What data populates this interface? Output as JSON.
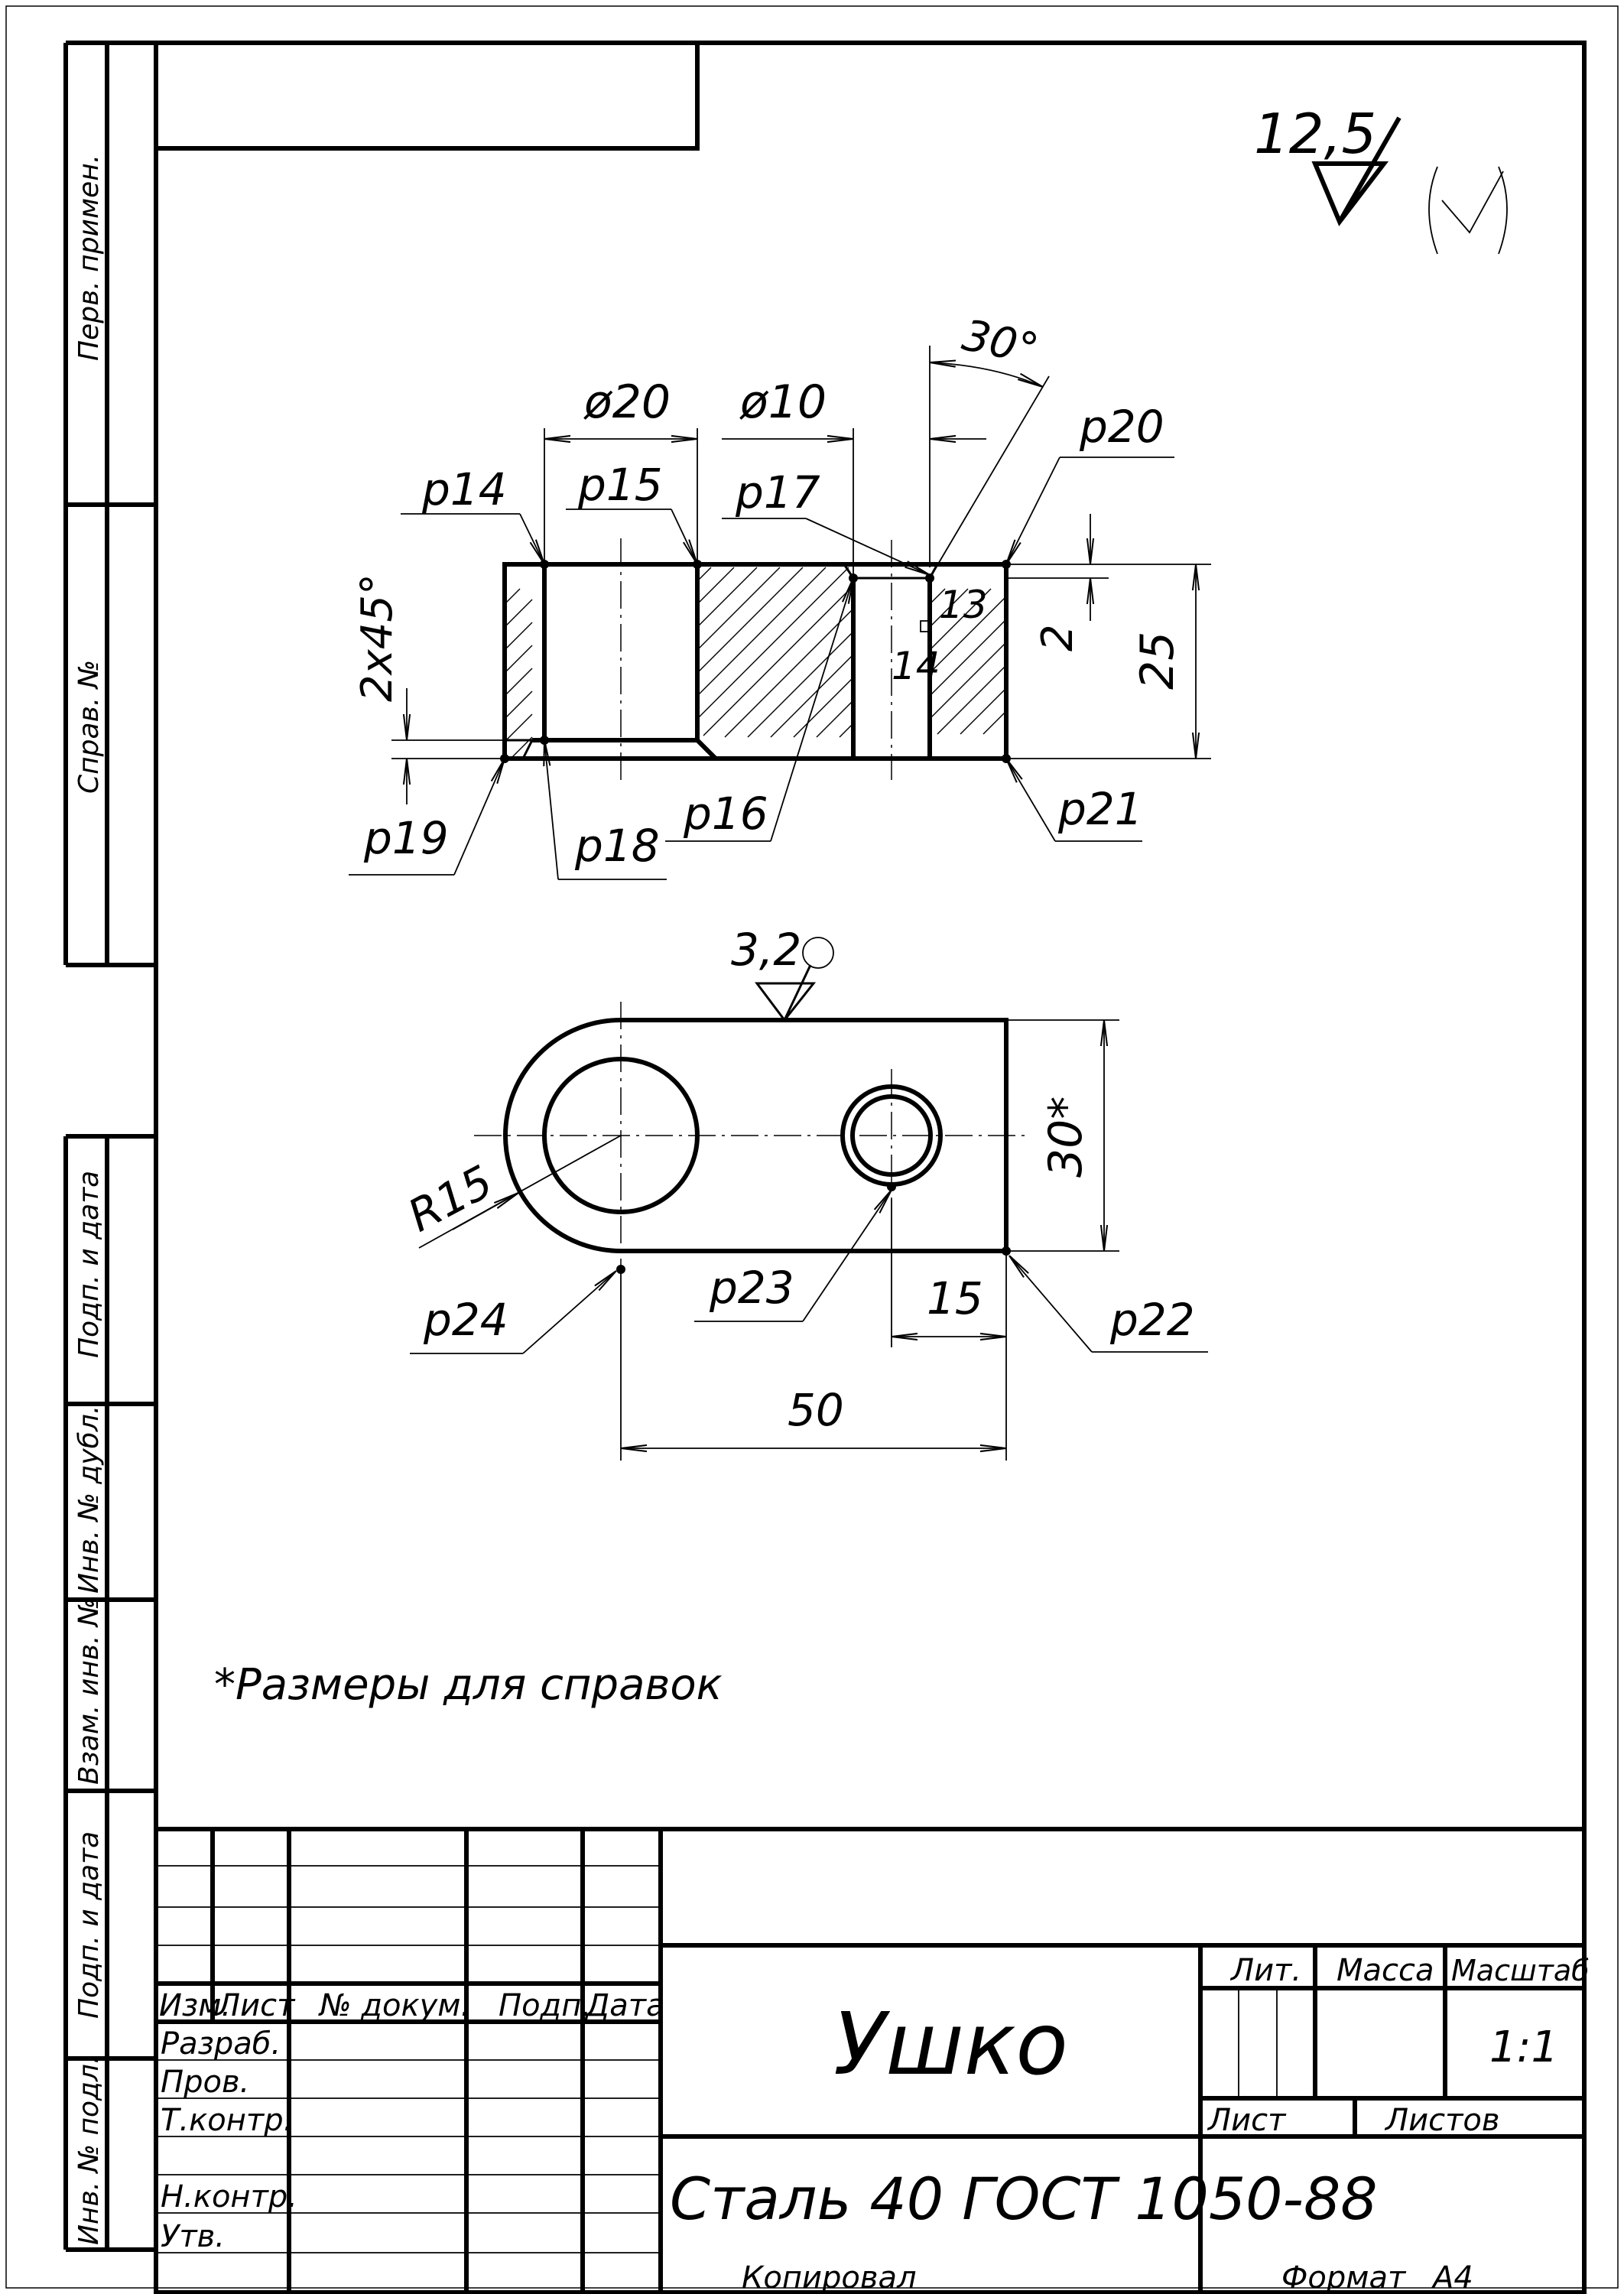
{
  "side_stamps": {
    "perv_primen": "Перв. примен.",
    "sprav_no": "Справ. №",
    "podp_data_1": "Подп. и дата",
    "inv_dubl": "Инв. № дубл.",
    "vzam_inv": "Взам. инв. №",
    "podp_data_2": "Подп. и дата",
    "inv_podl": "Инв. № подл."
  },
  "roughness": {
    "general_value": "12,5",
    "surface_value": "3,2"
  },
  "dimensions": {
    "angle_30": "30°",
    "dia_20": "ø20",
    "dia_10": "ø10",
    "chamfer": "2x45°",
    "depth_2": "2",
    "height_25": "25",
    "width_30": "30*",
    "radius": "R15",
    "length_15": "15",
    "length_50": "50",
    "dim_13": "13",
    "dim_14": "14"
  },
  "point_labels": {
    "p14": "p14",
    "p15": "p15",
    "p16": "p16",
    "p17": "p17",
    "p18": "p18",
    "p19": "p19",
    "p20": "p20",
    "p21": "p21",
    "p22": "p22",
    "p23": "p23",
    "p24": "p24"
  },
  "note": "*Размеры для справок",
  "title_block": {
    "izm": "Изм.",
    "list": "Лист",
    "no_dokum": "№ докум.",
    "podp": "Подп.",
    "data": "Дата",
    "razrab": "Разраб.",
    "prov": "Пров.",
    "t_kontr": "Т.контр.",
    "n_kontr": "Н.контр.",
    "utv": "Утв.",
    "part_name": "Ушко",
    "material": "Сталь 40 ГОСТ 1050-88",
    "lit": "Лит.",
    "massa": "Масса",
    "masshtab": "Масштаб",
    "scale_value": "1:1",
    "sheet": "Лист",
    "sheets": "Листов"
  },
  "footer": {
    "kopiroval": "Копировал",
    "format": "Формат",
    "format_value": "А4"
  }
}
